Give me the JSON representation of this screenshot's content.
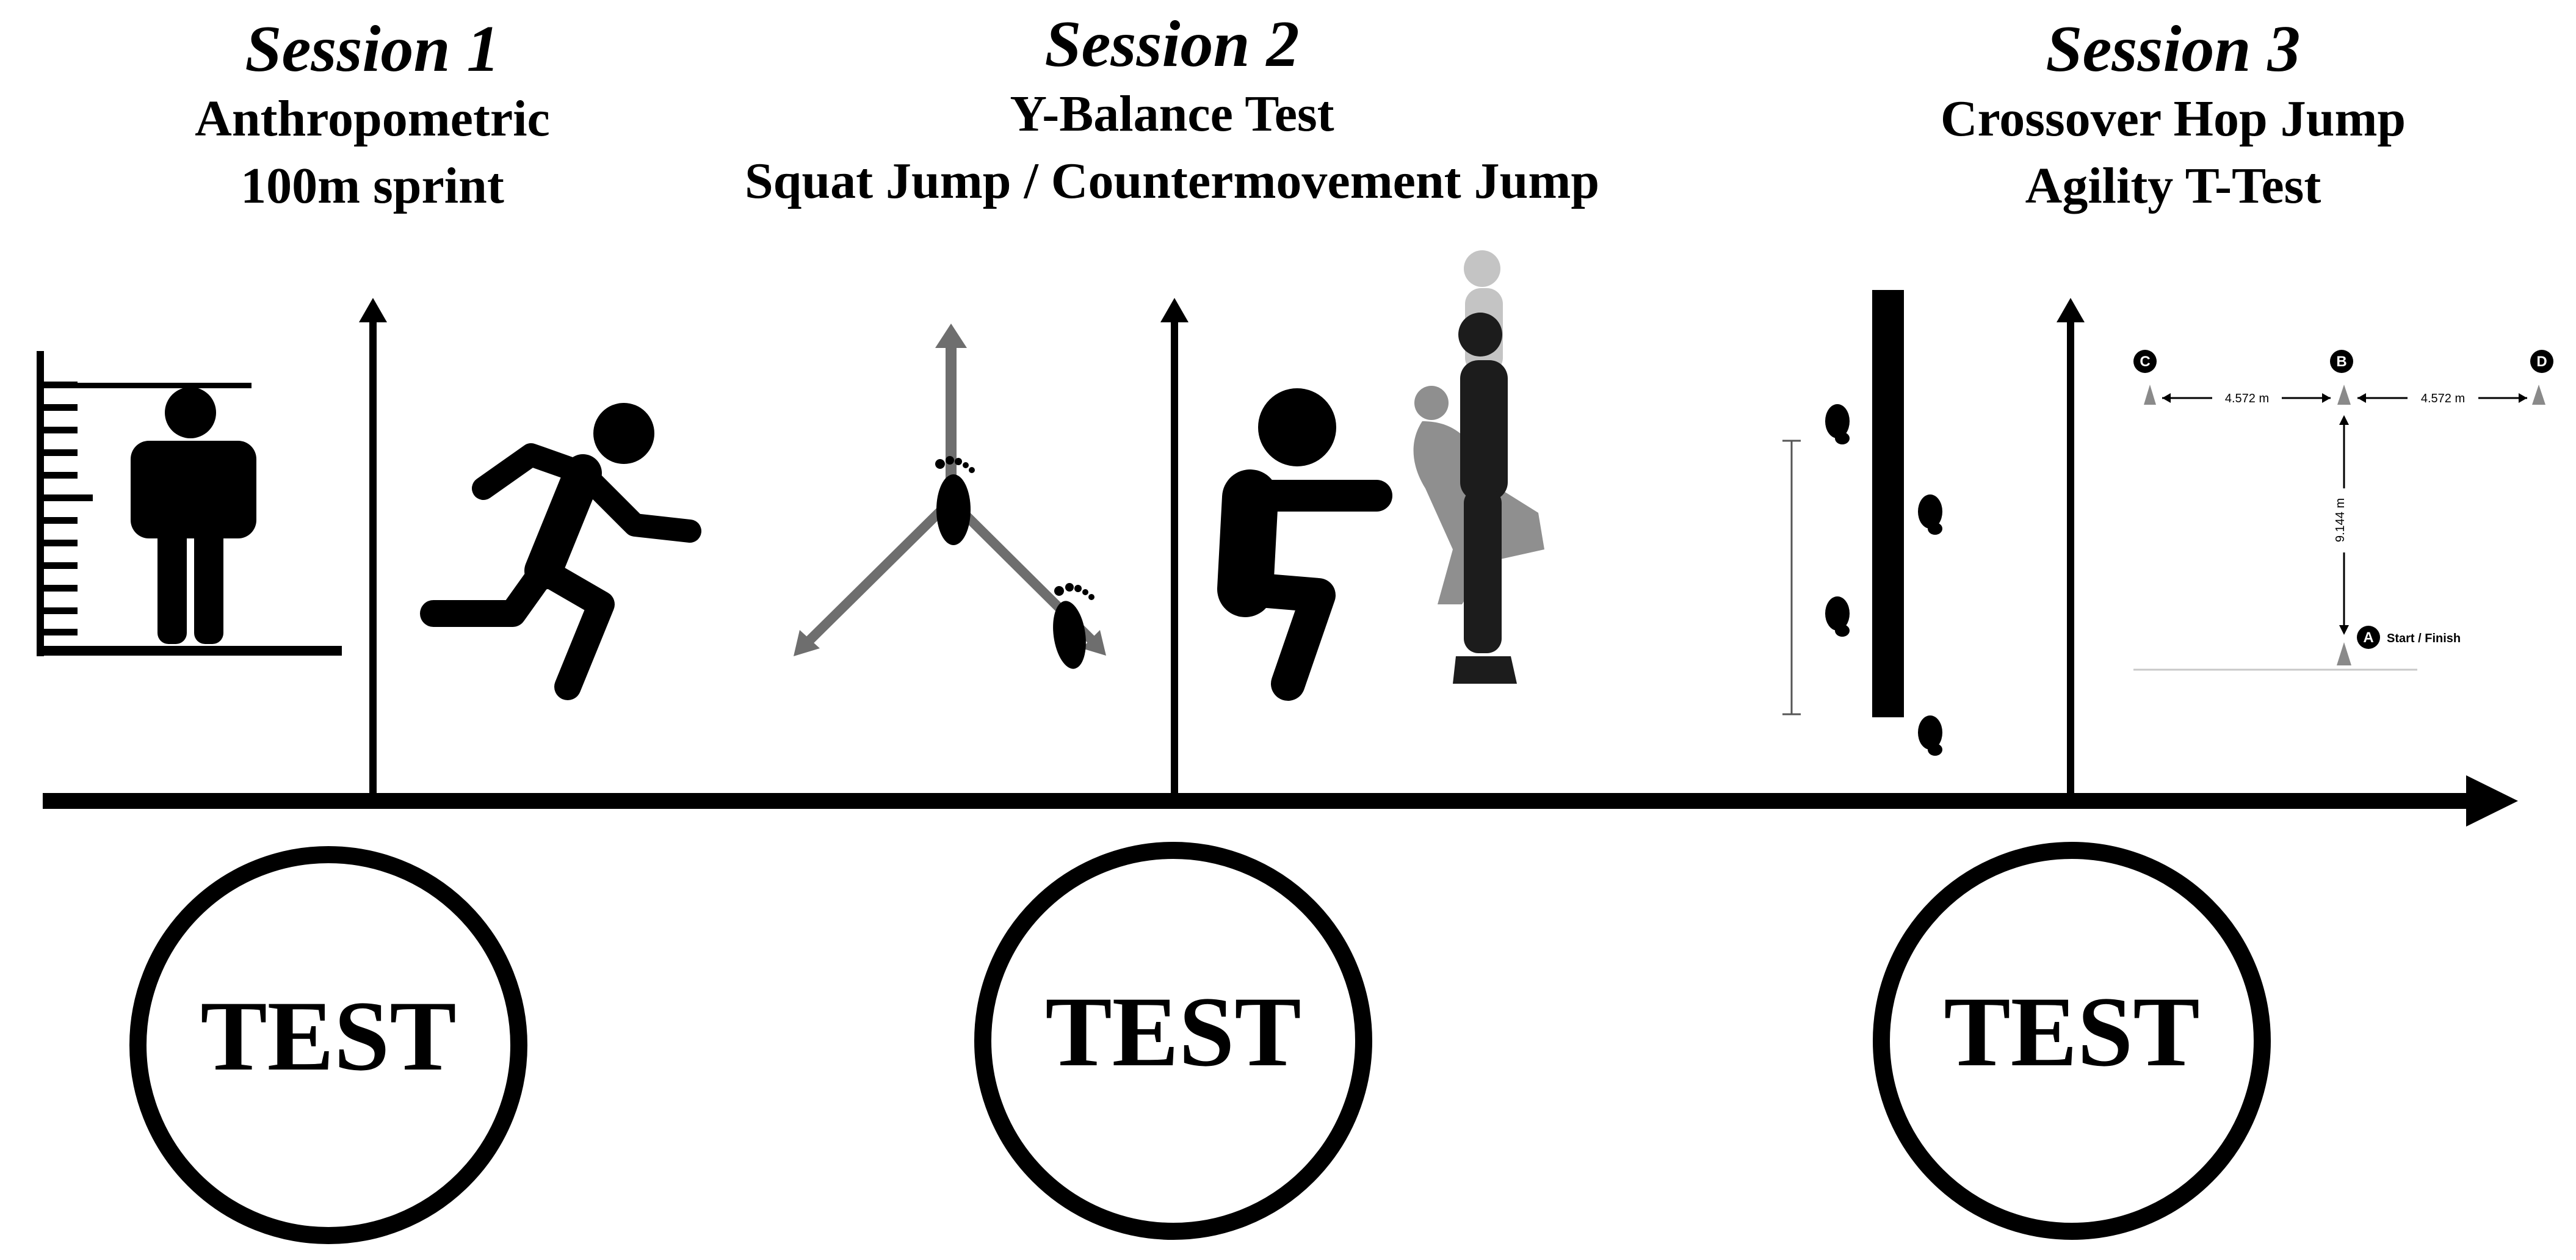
{
  "sessions": [
    {
      "title": "Session 1",
      "lines": [
        "Anthropometric",
        "100m sprint"
      ]
    },
    {
      "title": "Session 2",
      "lines": [
        "Y-Balance Test",
        "Squat Jump / Countermovement Jump"
      ]
    },
    {
      "title": "Session 3",
      "lines": [
        "Crossover Hop Jump",
        "Agility T-Test"
      ]
    }
  ],
  "test_label": "TEST",
  "agility": {
    "cones": [
      "C",
      "B",
      "D",
      "A"
    ],
    "distance_left": "4.572 m",
    "distance_right": "4.572 m",
    "distance_vertical": "9.144 m",
    "start_finish": "Start / Finish"
  },
  "icons": [
    "height-measure-icon",
    "sprinter-icon",
    "y-balance-footprints-icon",
    "squat-figure-icon",
    "jump-silhouette-icon",
    "crossover-hop-icon",
    "agility-t-test-icon"
  ],
  "colors": {
    "ink": "#000000",
    "arrow_gray": "#707070",
    "silhouette_gray": "#b0b0b0",
    "cone_gray": "#8a8a8a"
  }
}
